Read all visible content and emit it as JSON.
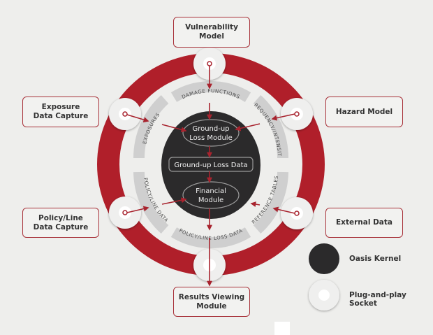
{
  "title": "Oasis Kernel Architecture",
  "colors": {
    "background": "#eeeeec",
    "ring": "#b01f2a",
    "kernel": "#2b2a2b",
    "segment": "#cfcfcf",
    "arrow": "#a8232e",
    "box_border": "#a8323a",
    "text": "#333333"
  },
  "external_boxes": {
    "vulnerability": "Vulnerability\nModel",
    "exposure": "Exposure\nData Capture",
    "hazard": "Hazard Model",
    "policy": "Policy/Line\nData Capture",
    "external": "External Data",
    "results": "Results Viewing\nModule"
  },
  "ring_segments": {
    "damage_functions": "DAMAGE FUNCTIONS",
    "frequency_intensity": "FREQUENCY/INTENSITY",
    "exposures": "EXPOSURES",
    "policy_line_data": "POLICY/LINE DATA",
    "reference_tables": "REFERENCE TABLES",
    "policy_line_loss_data": "POLICY/LINE LOSS DATA"
  },
  "kernel": {
    "ground_up_module_line1": "Ground-up",
    "ground_up_module_line2": "Loss Module",
    "ground_up_data": "Ground-up Loss Data",
    "financial_module_line1": "Financial",
    "financial_module_line2": "Module"
  },
  "legend": {
    "kernel_label": "Oasis Kernel",
    "socket_label": "Plug-and-play Socket"
  }
}
